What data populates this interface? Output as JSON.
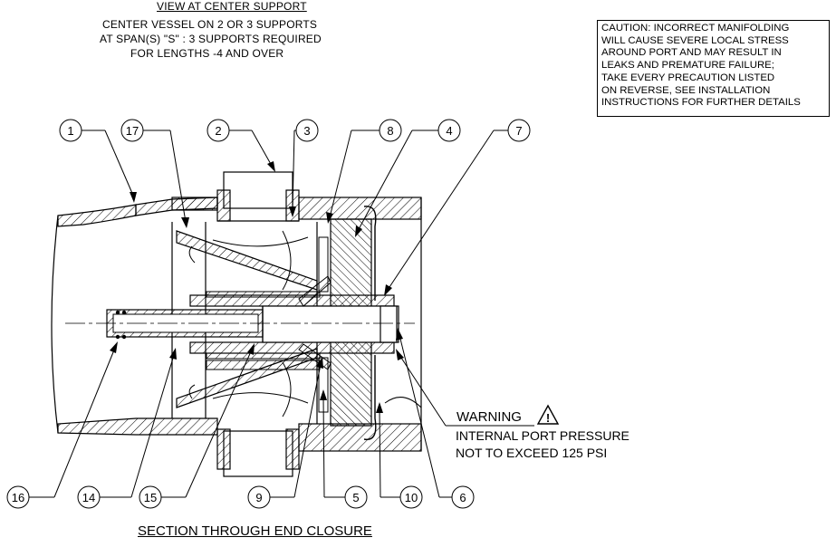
{
  "header": {
    "view_title": "VIEW AT CENTER SUPPORT",
    "support_lines": [
      "CENTER VESSEL ON 2 OR 3 SUPPORTS",
      "AT SPAN(S) \"S\" : 3 SUPPORTS REQUIRED",
      "FOR LENGTHS -4 AND OVER"
    ]
  },
  "caution": {
    "lines": [
      "CAUTION: INCORRECT MANIFOLDING",
      "WILL CAUSE SEVERE LOCAL STRESS",
      "AROUND PORT AND MAY RESULT IN",
      "LEAKS AND PREMATURE FAILURE;",
      "TAKE EVERY PRECAUTION LISTED",
      "ON REVERSE, SEE INSTALLATION",
      "INSTRUCTIONS FOR FURTHER DETAILS"
    ]
  },
  "warning": {
    "title": "WARNING",
    "symbol": "!",
    "line1": "INTERNAL PORT PRESSURE",
    "line2": "NOT TO EXCEED 125 PSI"
  },
  "section_title": "SECTION THROUGH END CLOSURE",
  "balloons": {
    "b1": "1",
    "b17": "17",
    "b2": "2",
    "b3": "3",
    "b8": "8",
    "b4": "4",
    "b7": "7",
    "b16": "16",
    "b14": "14",
    "b15": "15",
    "b9": "9",
    "b5": "5",
    "b10": "10",
    "b6": "6"
  }
}
